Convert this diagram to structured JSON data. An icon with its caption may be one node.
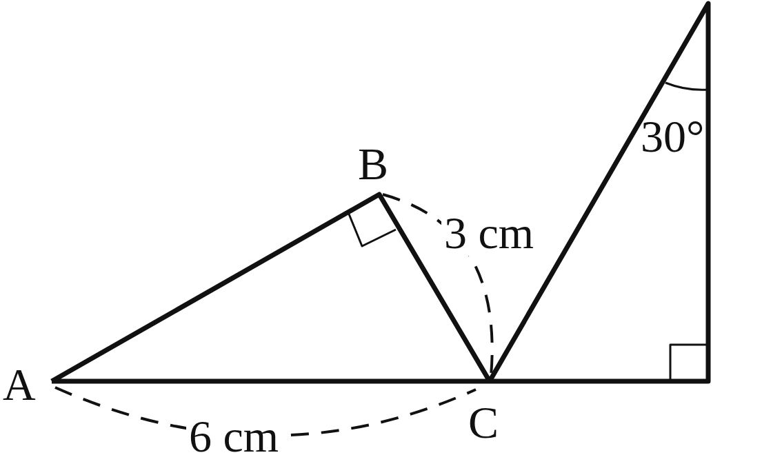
{
  "diagram": {
    "labels": [
      "B",
      "30°",
      "3 cm",
      "A",
      "C",
      "6 cm"
    ]
  }
}
